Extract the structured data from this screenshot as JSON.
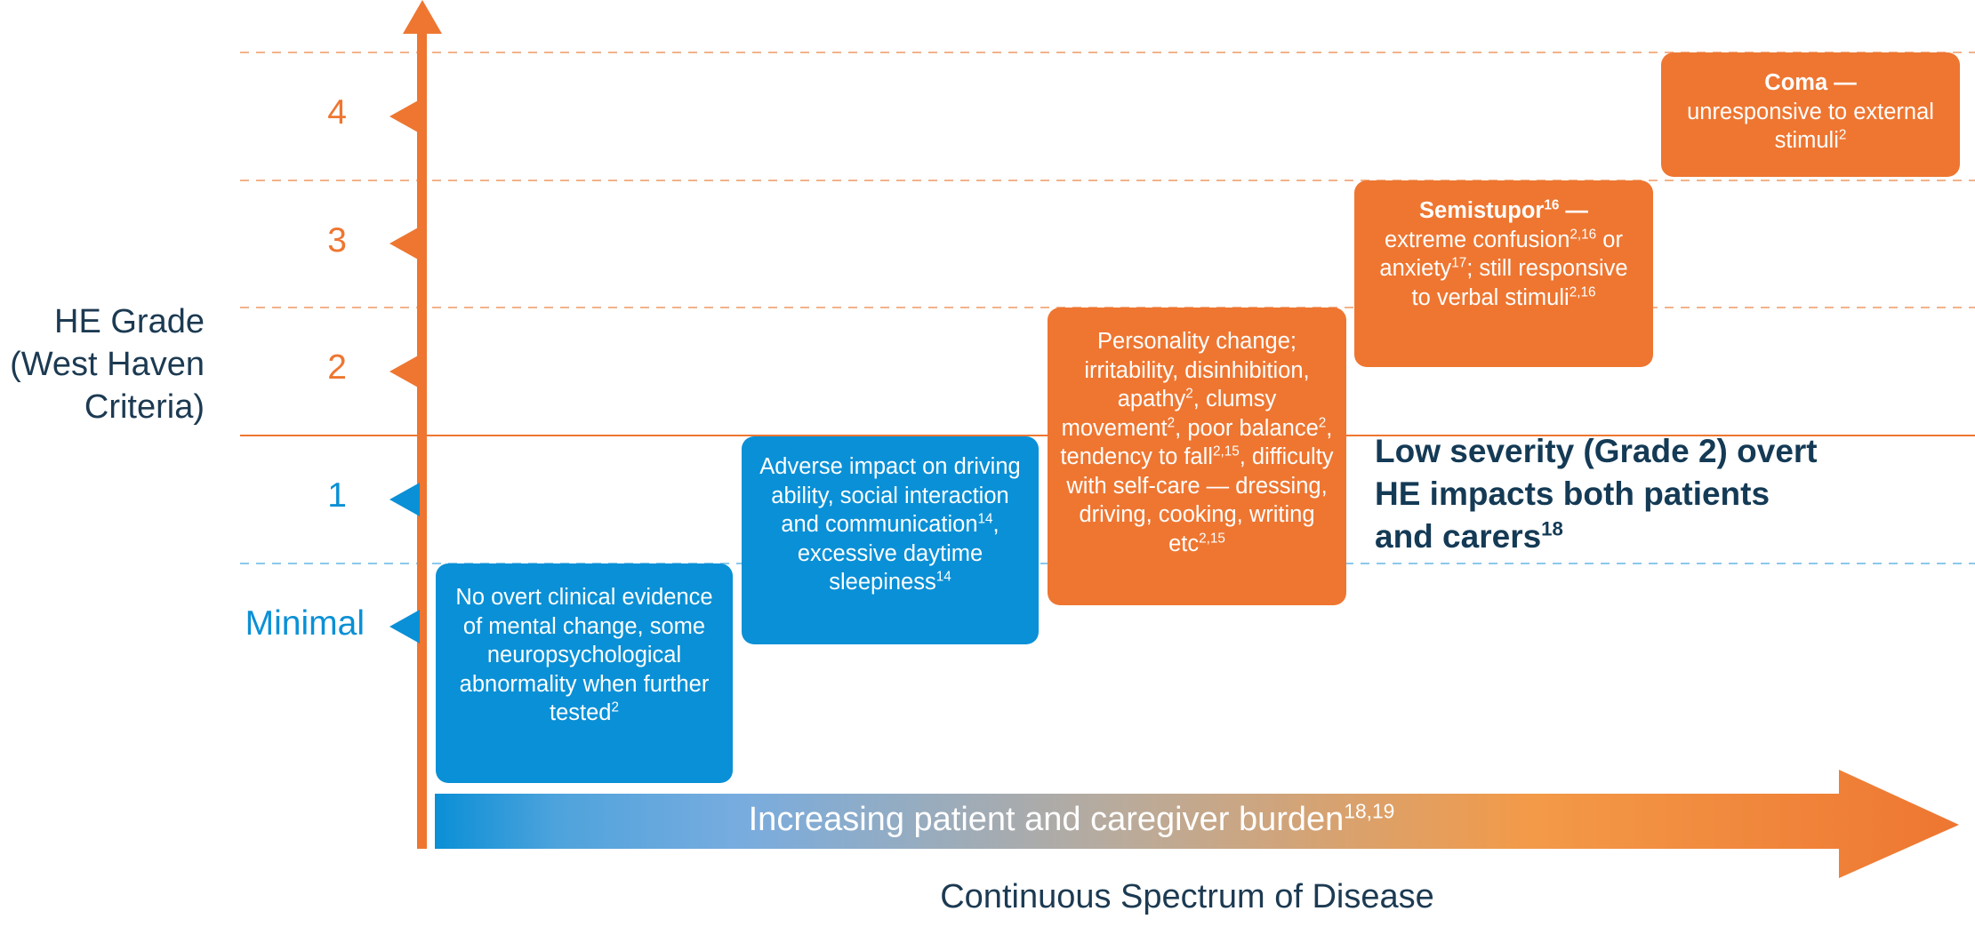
{
  "colors": {
    "orange": "#ee7631",
    "blue": "#0a90d6",
    "navy": "#143a55",
    "dashed_orange": "#f3b28a",
    "dashed_blue": "#8cc8ec"
  },
  "y_axis": {
    "title_lines": [
      "HE Grade",
      "(West Haven",
      "Criteria)"
    ],
    "grades": [
      {
        "label": "4",
        "color": "#ee7631"
      },
      {
        "label": "3",
        "color": "#ee7631"
      },
      {
        "label": "2",
        "color": "#ee7631"
      },
      {
        "label": "1",
        "color": "#0a90d6"
      },
      {
        "label": "Minimal",
        "color": "#0a90d6"
      }
    ]
  },
  "boxes": {
    "minimal": {
      "text": "No overt clinical evidence of mental change, some neuropsychological abnormality when further tested",
      "sup": "2"
    },
    "grade1": {
      "text_a": "Adverse impact on driving ability, social interaction and communication",
      "sup_a": "14",
      "text_b": ", excessive daytime sleepiness",
      "sup_b": "14"
    },
    "grade2": {
      "t1": "Personality change; irritability, disinhibition, apathy",
      "s1": "2",
      "t2": ", clumsy movement",
      "s2": "2",
      "t3": ", poor balance",
      "s3": "2",
      "t4": ", tendency to fall",
      "s4": "2,15",
      "t5": ", difficulty with self-care — dressing, driving, cooking, writing etc",
      "s5": "2,15"
    },
    "grade3": {
      "title": "Semistupor",
      "title_sup": "16",
      "dash": " —",
      "t1": "extreme confusion",
      "s1": "2,16",
      "t2": " or anxiety",
      "s2": "17",
      "t3": "; still responsive to verbal stimuli",
      "s3": "2,16"
    },
    "grade4": {
      "title": "Coma —",
      "text": "unresponsive to external stimuli",
      "sup": "2"
    }
  },
  "callout": {
    "text": "Low severity (Grade 2) overt HE impacts both patients and carers",
    "sup": "18"
  },
  "burden_arrow": {
    "text": "Increasing patient and caregiver burden",
    "sup": "18,19"
  },
  "x_axis": {
    "title": "Continuous Spectrum of Disease"
  }
}
